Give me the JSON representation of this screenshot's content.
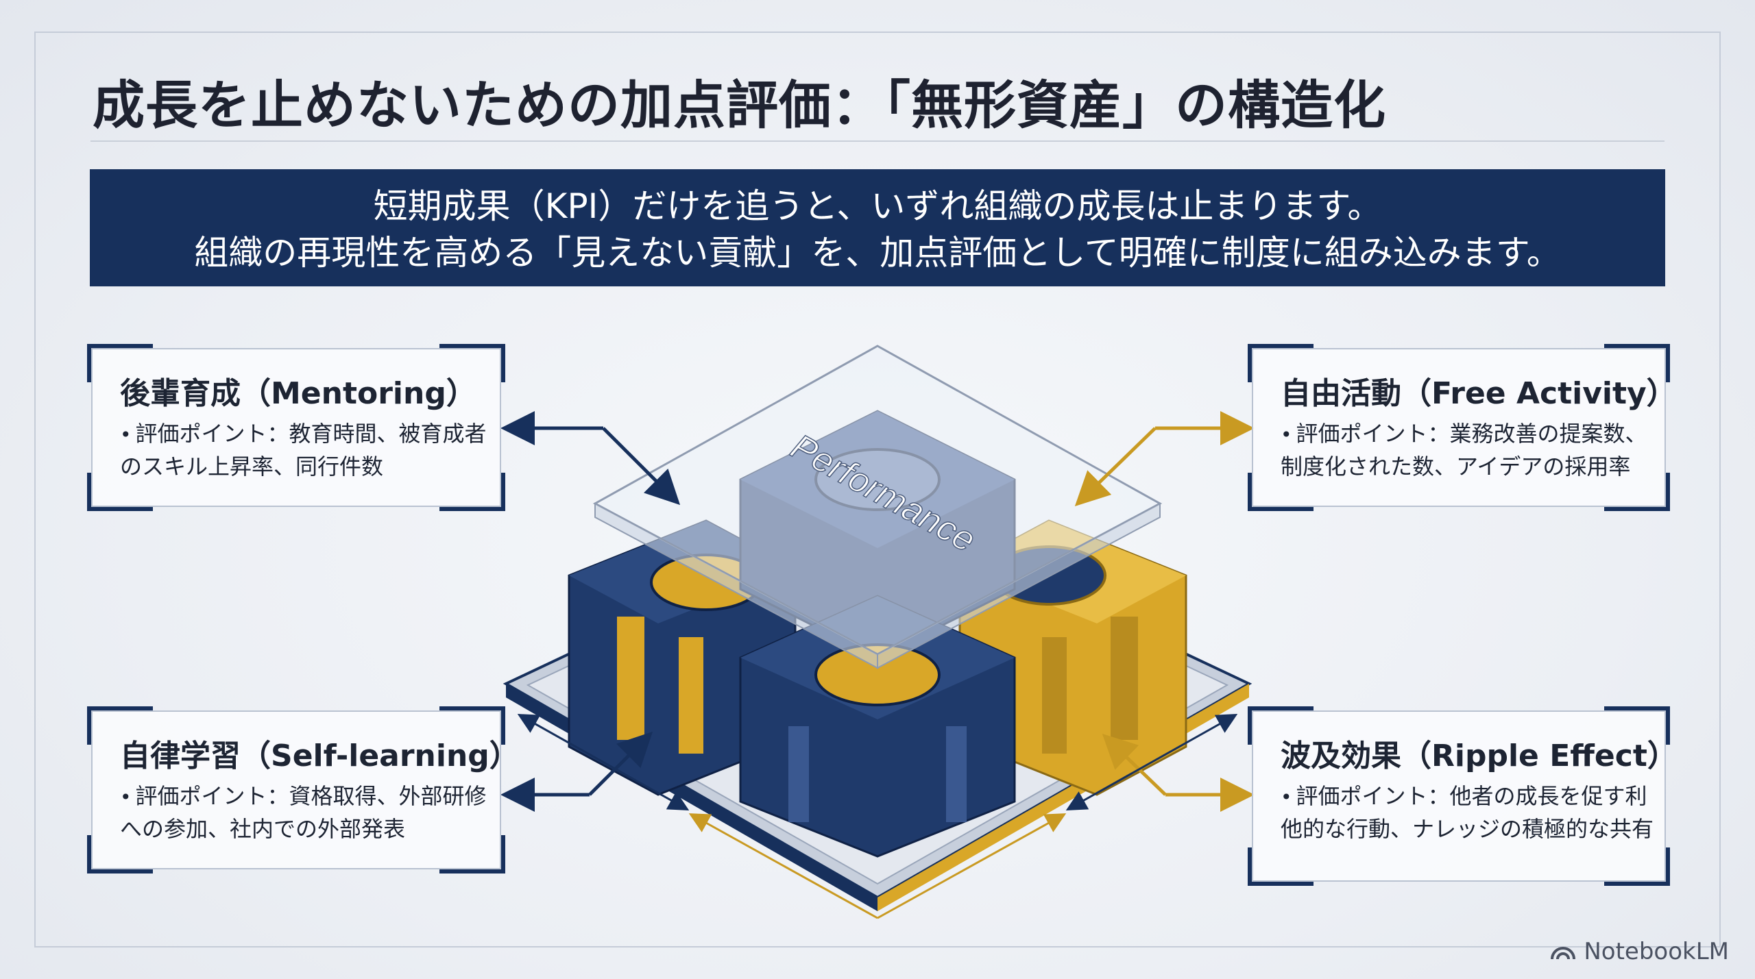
{
  "slide": {
    "title": "成長を止めないための加点評価：「無形資産」の構造化",
    "banner_line1": "短期成果（KPI）だけを追うと、いずれ組織の成長は止まります。",
    "banner_line2": "組織の再現性を高める「見えない貢献」を、加点評価として明確に制度に組み込みます。",
    "center_label": "Performance",
    "cards": [
      {
        "title": "後輩育成（Mentoring）",
        "body": "評価ポイント：教育時間、被育成者のスキル上昇率、同行件数"
      },
      {
        "title": "自由活動（Free Activity）",
        "body": "評価ポイント：業務改善の提案数、制度化された数、アイデアの採用率"
      },
      {
        "title": "自律学習（Self-learning）",
        "body": "評価ポイント：資格取得、外部研修への参加、社内での外部発表"
      },
      {
        "title": "波及効果（Ripple Effect）",
        "body": "評価ポイント：他者の成長を促す利他的な行動、ナレッジの積極的な共有"
      }
    ],
    "bullet": "•",
    "logo_text": "NotebookLM"
  },
  "colors": {
    "navy": "#17305c",
    "gold": "#e0ad2a",
    "platform": "#d9dee7"
  },
  "icons": {
    "logo": "notebooklm-logo-icon"
  }
}
